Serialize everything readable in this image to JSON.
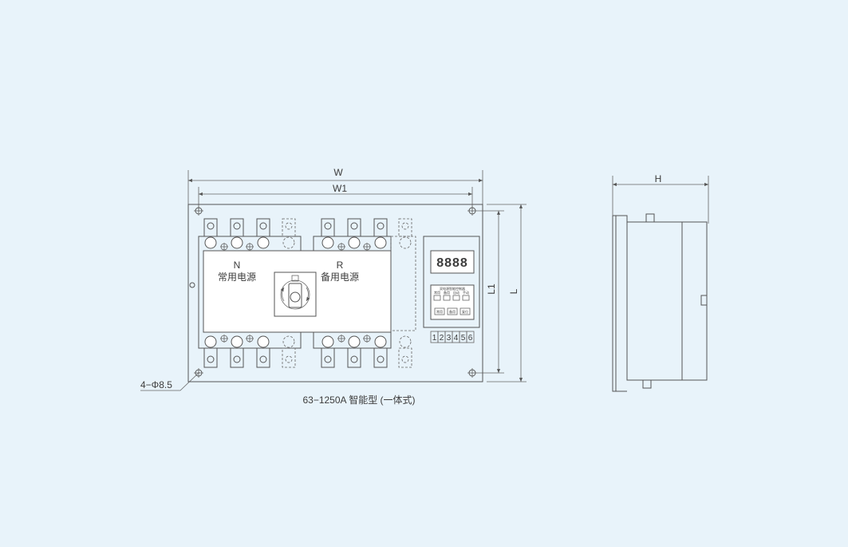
{
  "dimensions": {
    "W": "W",
    "W1": "W1",
    "L": "L",
    "L1": "L1",
    "H": "H",
    "holes": "4−Φ8.5"
  },
  "front_view": {
    "source_n_letter": "N",
    "source_n_label": "常用电源",
    "source_r_letter": "R",
    "source_r_label": "备用电源",
    "display_digits": "8888",
    "controller_title": "双电源智能控制器",
    "indicator_labels": [
      "常用",
      "备用",
      "自动",
      "手动"
    ],
    "button_labels": [
      "常用",
      "备用",
      "复位"
    ],
    "terminal_numbers": [
      "1",
      "2",
      "3",
      "4",
      "5",
      "6"
    ]
  },
  "caption": "63−1250A 智能型 (一体式)"
}
